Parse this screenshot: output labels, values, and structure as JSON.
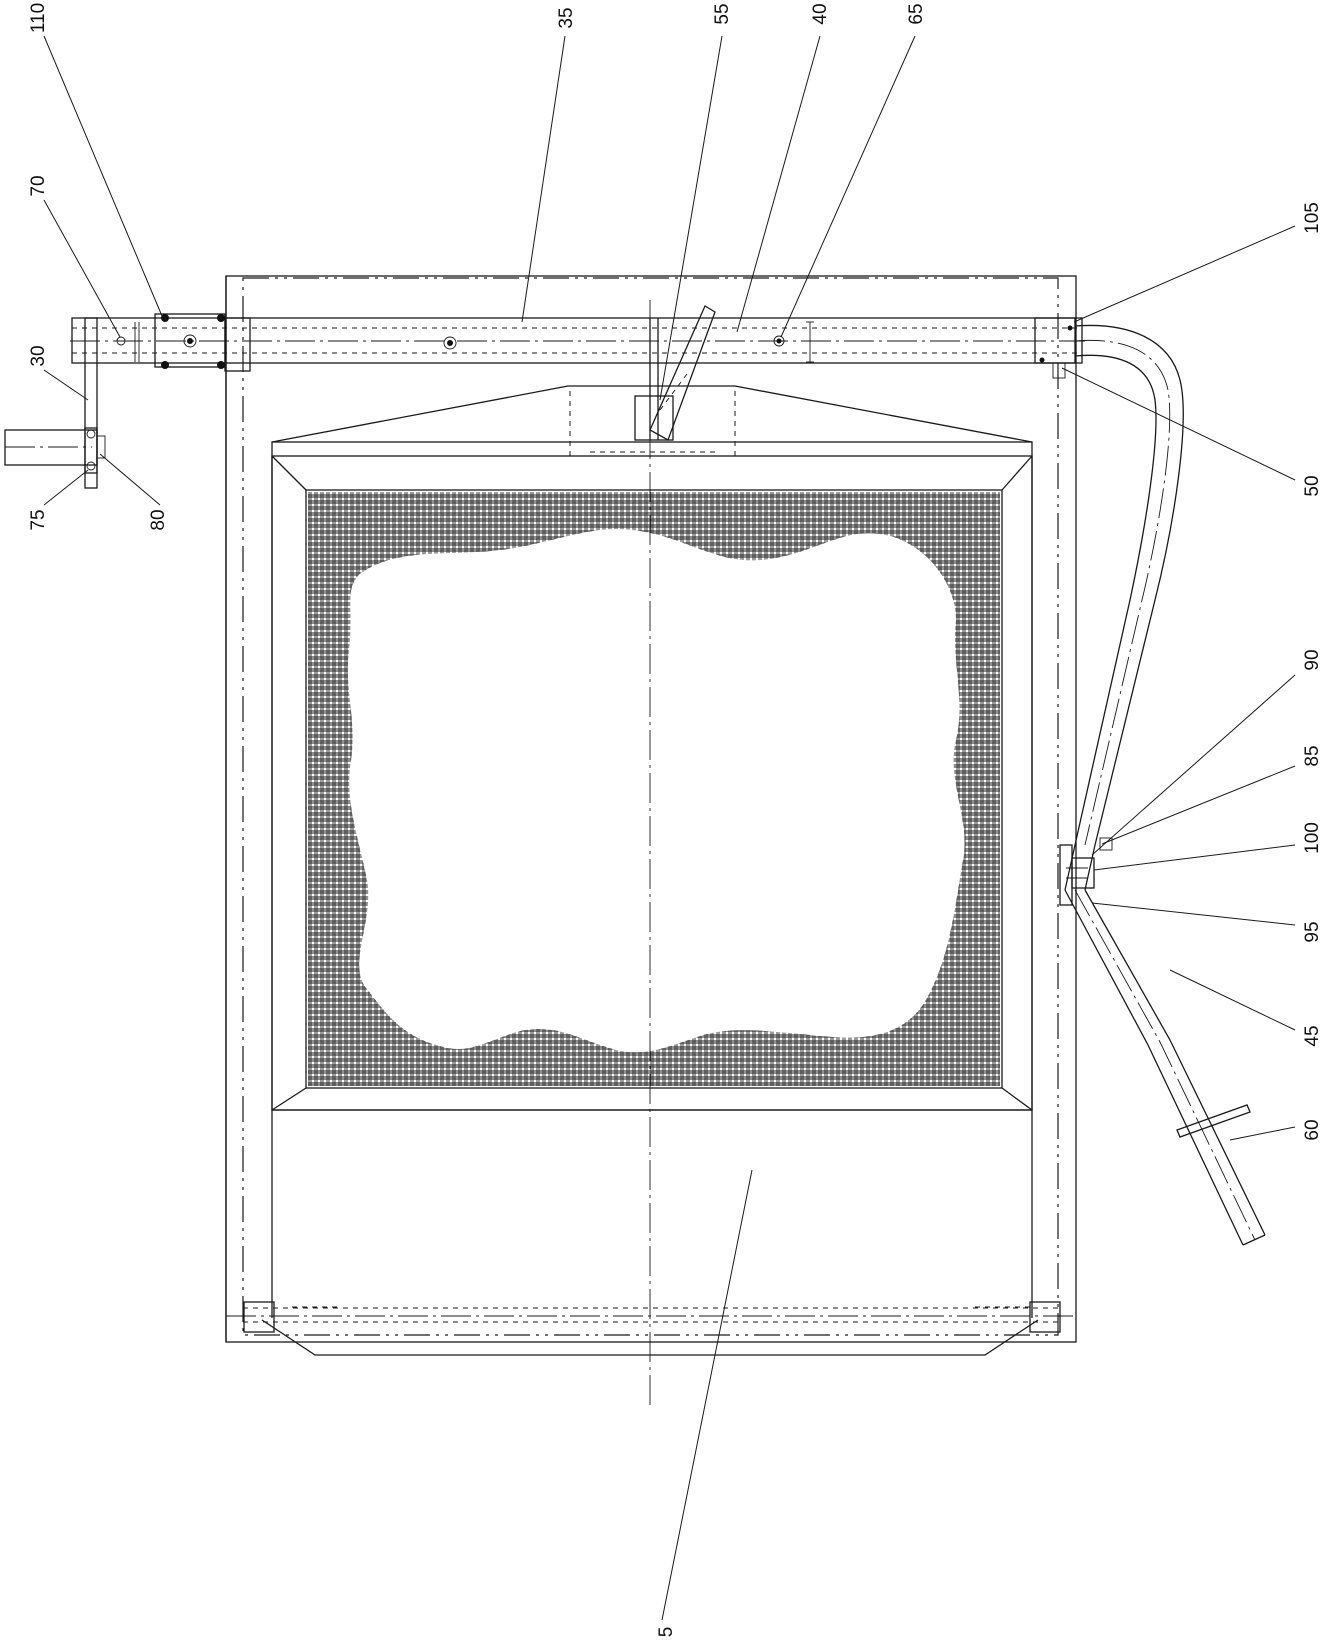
{
  "figure": {
    "reference_numerals": [
      "110",
      "70",
      "30",
      "75",
      "80",
      "35",
      "55",
      "40",
      "65",
      "105",
      "50",
      "90",
      "85",
      "100",
      "95",
      "45",
      "60",
      "5"
    ]
  }
}
